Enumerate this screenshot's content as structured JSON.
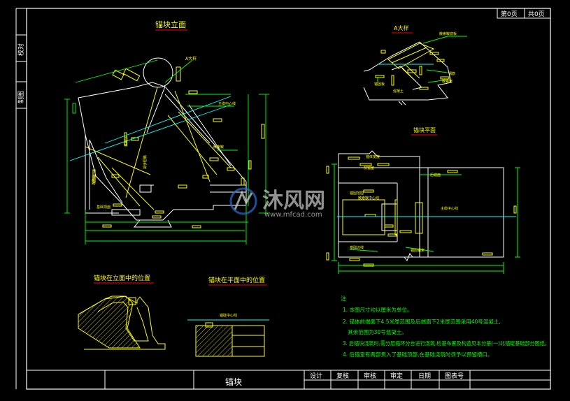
{
  "colors": {
    "background": "#000000",
    "frame": "#ffffff",
    "outline": "#ffffff",
    "dimension": "#00ff00",
    "label": "#ffff00",
    "centerline": "#00ffff",
    "underline": "#ff0000",
    "hatch": "#ffff00"
  },
  "frame": {
    "page_label": "第0页",
    "total_label": "共0页",
    "side_top": "校对",
    "side_bottom": "制图",
    "title": "锚块",
    "sign_fields": [
      "设计",
      "复核",
      "审核",
      "审定",
      "日期",
      "图表号"
    ]
  },
  "views": {
    "elevation": {
      "title": "锚块立面",
      "callout": "A大样",
      "label_a": "主缆中心线",
      "label_b": "散索鞍",
      "label_c": "锚固系统",
      "label_d": "前锚室",
      "label_e": "后锚室",
      "label_f": "基础顶面"
    },
    "detail_a": {
      "title": "A大样",
      "label_a": "散索鞍底板",
      "label_b": "钢筋",
      "label_c": "散索鞍",
      "label_d": "锚固板",
      "label_e": "混凝土"
    },
    "plan": {
      "title": "锚块平面",
      "label_a": "锚体宽度",
      "label_b": "前锚室",
      "label_c": "主缆中心线",
      "label_d": "锚固范围",
      "label_e": "后锚面",
      "label_f": "基础边线",
      "label_g": "散索鞍中心线",
      "label_h": "锚固钢束"
    },
    "pos_elev": {
      "title": "锚块在立面中的位置"
    },
    "pos_plan": {
      "title": "锚块在平面中的位置",
      "label": "锚碇中心线"
    }
  },
  "notes": {
    "heading": "注",
    "items": [
      "1. 本图尺寸均以厘米为单位。",
      "2. 锚体前端面下4.5米厚范围及后端面下2米厚范围采用40号混凝土,",
      "   其余范围为30号混凝土。",
      "3. 后锚块浇筑时,需分层循环分台进行浇筑,检基布置及构造见本分册(一)北锚碇基础部分图纸。",
      "4. 后锚室有两部贯入了基础顶部,在基础浇筑时须予以预留槽口。"
    ]
  },
  "watermark": {
    "brand": "沐风网",
    "url": "www.mfcad.com"
  }
}
